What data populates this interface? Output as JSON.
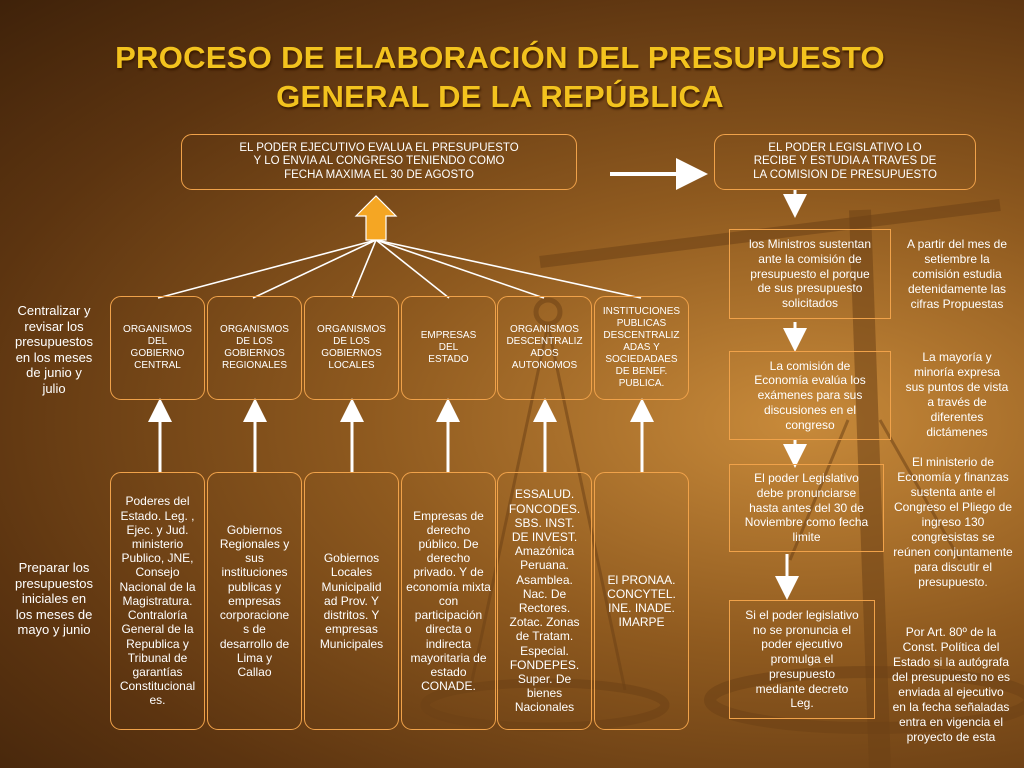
{
  "title": {
    "line1": "PROCESO DE ELABORACIÓN DEL PRESUPUESTO",
    "line2": "GENERAL DE LA REPÚBLICA"
  },
  "top_boxes": {
    "ejecutivo": [
      "EL PODER EJECUTIVO EVALUA EL PRESUPUESTO",
      "Y LO ENVIA AL CONGRESO TENIENDO COMO",
      "FECHA MAXIMA EL 30 DE AGOSTO"
    ],
    "legislativo": [
      "EL PODER LEGISLATIVO LO",
      "RECIBE Y ESTUDIA A TRAVES DE",
      "LA COMISION DE PRESUPUESTO"
    ]
  },
  "side_labels": {
    "centralizar": [
      "Centralizar y",
      "revisar los",
      "presupuestos",
      "en los meses",
      "de junio y",
      "julio"
    ],
    "preparar": [
      "Preparar los",
      "presupuestos",
      "iniciales en",
      "los meses de",
      "mayo y junio"
    ]
  },
  "organismos": [
    [
      "ORGANISMOS",
      "DEL",
      "GOBIERNO",
      "CENTRAL"
    ],
    [
      "ORGANISMOS",
      "DE LOS",
      "GOBIERNOS",
      "REGIONALES"
    ],
    [
      "ORGANISMOS",
      "DE LOS",
      "GOBIERNOS",
      "LOCALES"
    ],
    [
      "EMPRESAS",
      "DEL",
      "ESTADO"
    ],
    [
      "ORGANISMOS",
      "DESCENTRALIZ",
      "ADOS",
      "AUTONOMOS"
    ],
    [
      "INSTITUCIONES",
      "PUBLICAS",
      "DESCENTRALIZ",
      "ADAS Y",
      "SOCIEDADAES",
      "DE BENEF.",
      "PUBLICA."
    ]
  ],
  "details": [
    [
      "Poderes del",
      "Estado. Leg. ,",
      "Ejec.  y Jud.",
      "ministerio",
      "Publico, JNE,",
      "Consejo",
      "Nacional de la",
      "Magistratura.",
      "Contraloría",
      "General de la",
      "Republica y",
      "Tribunal de",
      "garantías",
      "Constitucional",
      "es."
    ],
    [
      "Gobiernos",
      "Regionales y",
      "sus",
      "instituciones",
      "publicas y",
      "empresas",
      "corporacione",
      "s de",
      "desarrollo de",
      "Lima y",
      "Callao"
    ],
    [
      "Gobiernos",
      "Locales",
      "Municipalid",
      "ad Prov. Y",
      "distritos. Y",
      "empresas",
      "Municipales"
    ],
    [
      "Empresas de",
      "derecho",
      "público. De",
      "derecho",
      "privado. Y de",
      "economía mixta",
      "con",
      "participación",
      "directa o",
      "indirecta",
      "mayoritaria de",
      "estado",
      "CONADE."
    ],
    [
      "ESSALUD.",
      "FONCODES.",
      "SBS. INST.",
      "DE INVEST.",
      "Amazónica",
      "Peruana.",
      "Asamblea.",
      "Nac. De",
      "Rectores.",
      "Zotac. Zonas",
      "de Tratam.",
      "Especial.",
      "FONDEPES.",
      "Super. De",
      "bienes",
      "Nacionales"
    ],
    [
      "El PRONAA.",
      "CONCYTEL.",
      "INE. INADE.",
      "IMARPE"
    ]
  ],
  "right_steps": [
    [
      "los Ministros sustentan",
      "ante la comisión de",
      "presupuesto el porque",
      "de sus presupuesto",
      "solicitados"
    ],
    [
      "La comisión de",
      "Economía evalúa los",
      "exámenes para sus",
      "discusiones en el",
      "congreso"
    ],
    [
      "El poder Legislativo",
      "debe pronunciarse",
      "hasta antes del 30 de",
      "Noviembre como fecha",
      "limite"
    ],
    [
      "Si el poder legislativo",
      "no se pronuncia el",
      "poder ejecutivo",
      "promulga el",
      "presupuesto",
      "mediante decreto",
      "Leg."
    ]
  ],
  "right_notes": [
    [
      "A partir del mes de",
      "setiembre la",
      "comisión estudia",
      "detenidamente las",
      "cifras Propuestas"
    ],
    [
      "La mayoría y",
      "minoría expresa",
      "sus puntos de vista",
      "a través de",
      "diferentes",
      "dictámenes"
    ],
    [
      "El ministerio de",
      "Economía y finanzas",
      "sustenta ante el",
      "Congreso el Pliego de",
      "ingreso 130",
      "congresistas se",
      "reúnen conjuntamente",
      "para discutir el",
      "presupuesto."
    ],
    [
      "Por Art. 80º de la",
      "Const. Política del",
      "Estado si la autógrafa",
      "del presupuesto no es",
      "enviada al ejecutivo",
      "en la fecha señaladas",
      "entra en vigencia el",
      "proyecto de esta"
    ]
  ],
  "colors": {
    "title": "#f3c31e",
    "border": "#f0a24a",
    "up_arrow": "#f5a623",
    "text": "#ffffff"
  }
}
